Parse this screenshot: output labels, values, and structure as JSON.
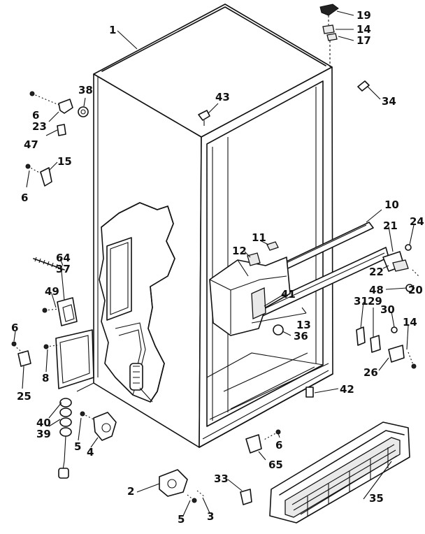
{
  "callouts": [
    {
      "id": "c1",
      "text": "1"
    },
    {
      "id": "c19",
      "text": "19"
    },
    {
      "id": "c14a",
      "text": "14"
    },
    {
      "id": "c17",
      "text": "17"
    },
    {
      "id": "c38",
      "text": "38"
    },
    {
      "id": "c43",
      "text": "43"
    },
    {
      "id": "c34",
      "text": "34"
    },
    {
      "id": "c6a",
      "text": "6"
    },
    {
      "id": "c23",
      "text": "23"
    },
    {
      "id": "c47",
      "text": "47"
    },
    {
      "id": "c15",
      "text": "15"
    },
    {
      "id": "c6b",
      "text": "6"
    },
    {
      "id": "c10",
      "text": "10"
    },
    {
      "id": "c11",
      "text": "11"
    },
    {
      "id": "c21",
      "text": "21"
    },
    {
      "id": "c24",
      "text": "24"
    },
    {
      "id": "c64",
      "text": "64"
    },
    {
      "id": "c37",
      "text": "37"
    },
    {
      "id": "c12",
      "text": "12"
    },
    {
      "id": "c22",
      "text": "22"
    },
    {
      "id": "c48",
      "text": "48"
    },
    {
      "id": "c20",
      "text": "20"
    },
    {
      "id": "c49",
      "text": "49"
    },
    {
      "id": "c41",
      "text": "41"
    },
    {
      "id": "c31",
      "text": "31"
    },
    {
      "id": "c29",
      "text": "29"
    },
    {
      "id": "c30",
      "text": "30"
    },
    {
      "id": "c14b",
      "text": "14"
    },
    {
      "id": "c13",
      "text": "13"
    },
    {
      "id": "c36",
      "text": "36"
    },
    {
      "id": "c6c",
      "text": "6"
    },
    {
      "id": "c8",
      "text": "8"
    },
    {
      "id": "c26",
      "text": "26"
    },
    {
      "id": "c25",
      "text": "25"
    },
    {
      "id": "c42",
      "text": "42"
    },
    {
      "id": "c40",
      "text": "40"
    },
    {
      "id": "c39",
      "text": "39"
    },
    {
      "id": "c5a",
      "text": "5"
    },
    {
      "id": "c4",
      "text": "4"
    },
    {
      "id": "c6d",
      "text": "6"
    },
    {
      "id": "c65",
      "text": "65"
    },
    {
      "id": "c2",
      "text": "2"
    },
    {
      "id": "c33",
      "text": "33"
    },
    {
      "id": "c35",
      "text": "35"
    },
    {
      "id": "c5b",
      "text": "5"
    },
    {
      "id": "c3",
      "text": "3"
    }
  ]
}
